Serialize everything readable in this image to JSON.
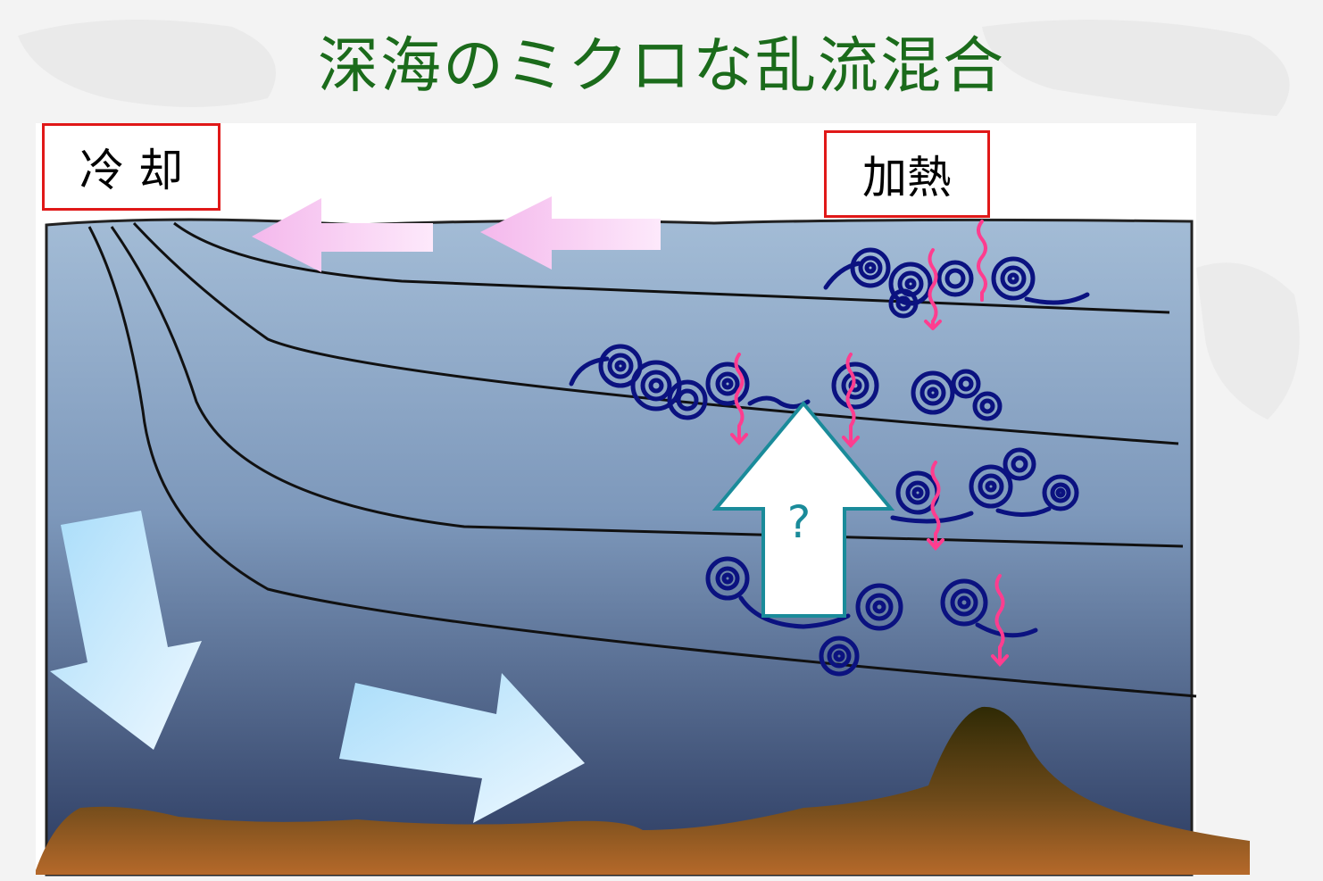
{
  "title": "深海のミクロな乱流混合",
  "labels": {
    "cooling": "冷 却",
    "heating": "加熱",
    "question": "?"
  },
  "colors": {
    "title": "#1b6b1b",
    "label_border": "#e01818",
    "eddy": "#0b1280",
    "heat_arrow": "#ff3d8f",
    "surface_arrow": "#f6c6ee",
    "deep_arrow": "#bfe6fb",
    "upwelling_arrow_stroke": "#1a8b9a",
    "ocean_top": "#9fb9d4",
    "ocean_bottom": "#2b3a5f",
    "seafloor_top": "#2f2a05",
    "seafloor_bottom": "#b5692a"
  }
}
